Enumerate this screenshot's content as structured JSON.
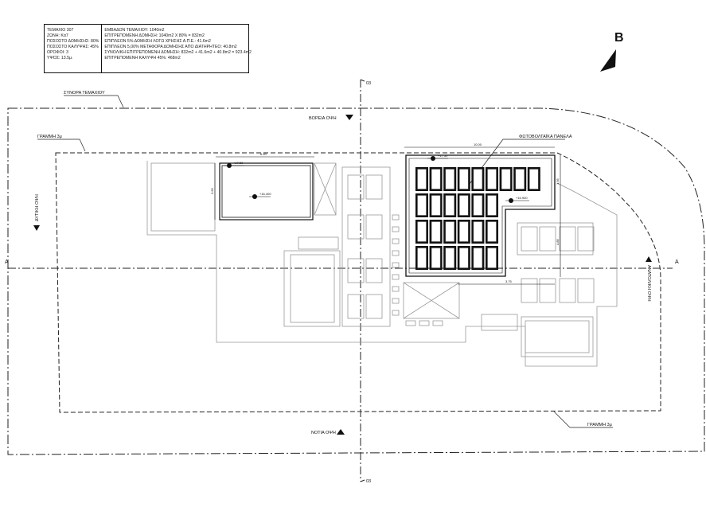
{
  "info_table": {
    "left": [
      "ΤΕΜΑΧΙΟ 307",
      "ΖΩΝΗ: Κα7",
      "ΠΟΣΟΣΤΟ ΔΟΜΗΣΗΣ: 80%",
      "ΠΟΣΟΣΤΟ ΚΑΛΥΨΗΣ: 45%",
      "ΟΡΟΦΟΙ: 3",
      "ΥΨΟΣ: 13.5μ."
    ],
    "right": [
      "ΕΜΒΑΔΟΝ ΤΕΜΑΧΙΟΥ: 1040m2",
      "ΕΠΙΤΡΕΠΟΜΕΝΗ ΔΟΜΗΣΗ: 1040m2 Χ 80% = 832m2",
      "ΕΠΙΠΛΕΟΝ 5% ΔΟΜΗΣΗ ΛΟΓΩ ΧΡΗΣΗΣ Α.Π.Ε.: 41.6m2",
      "ΕΠΙΠΛΕΟΝ 5,00% ΜΕΤΑΦΟΡΑ ΔΟΜΗΣΗΣ ΑΠΟ ΔΙΑΤΗΡΗΤΕΟ: 40.8m2",
      "ΣΥΝΟΛΙΚΗ ΕΠΙΤΡΕΠΟΜΕΝΗ ΔΟΜΗΣΗ: 832m2 + 41.6m2 + 40.8m2 = 923.4m2",
      "ΕΠΙΤΡΕΠΟΜΕΝΗ ΚΑΛΥΨΗ 45%: 468m2"
    ]
  },
  "north_label": "Β",
  "labels": {
    "plot_boundary": "ΣΥΝΟΡΑ ΤΕΜΑΧΙΟΥ",
    "setback_top": "ΓΡΑΜΜΗ 3μ",
    "setback_bottom": "ΓΡΑΜΜΗ 3μ",
    "north_elev": "ΒΟΡΕΙΑ ΟΨΗ",
    "south_elev": "ΝΟΤΙΑ ΟΨΗ",
    "west_elev": "ΔΥΤΙΚΗ ΟΨΗ",
    "east_elev": "ΑΝΑΤΟΛΙΚΗ ΟΨΗ",
    "pv_panels": "ΦΩΤΟΒΟΛΤΑΪΚΑ ΠΑΝΕΛΑ",
    "section_a_left": "A",
    "section_a_right": "A",
    "section_03_top": "03",
    "section_03_bottom": "03"
  },
  "dimensions": {
    "pool_width": "6.40",
    "pool_height": "3.60",
    "pool_level_1": "+17.50",
    "pool_level_2": "+16.400",
    "pv_width": "10.00",
    "pv_level_1": "+17.50",
    "pv_level_2": "+16.900",
    "pv_height_1": "1.95",
    "pv_height_2": "4.85",
    "pv_bottom": "3.75"
  },
  "pv_panel_rows": [
    9,
    6,
    6,
    6
  ]
}
